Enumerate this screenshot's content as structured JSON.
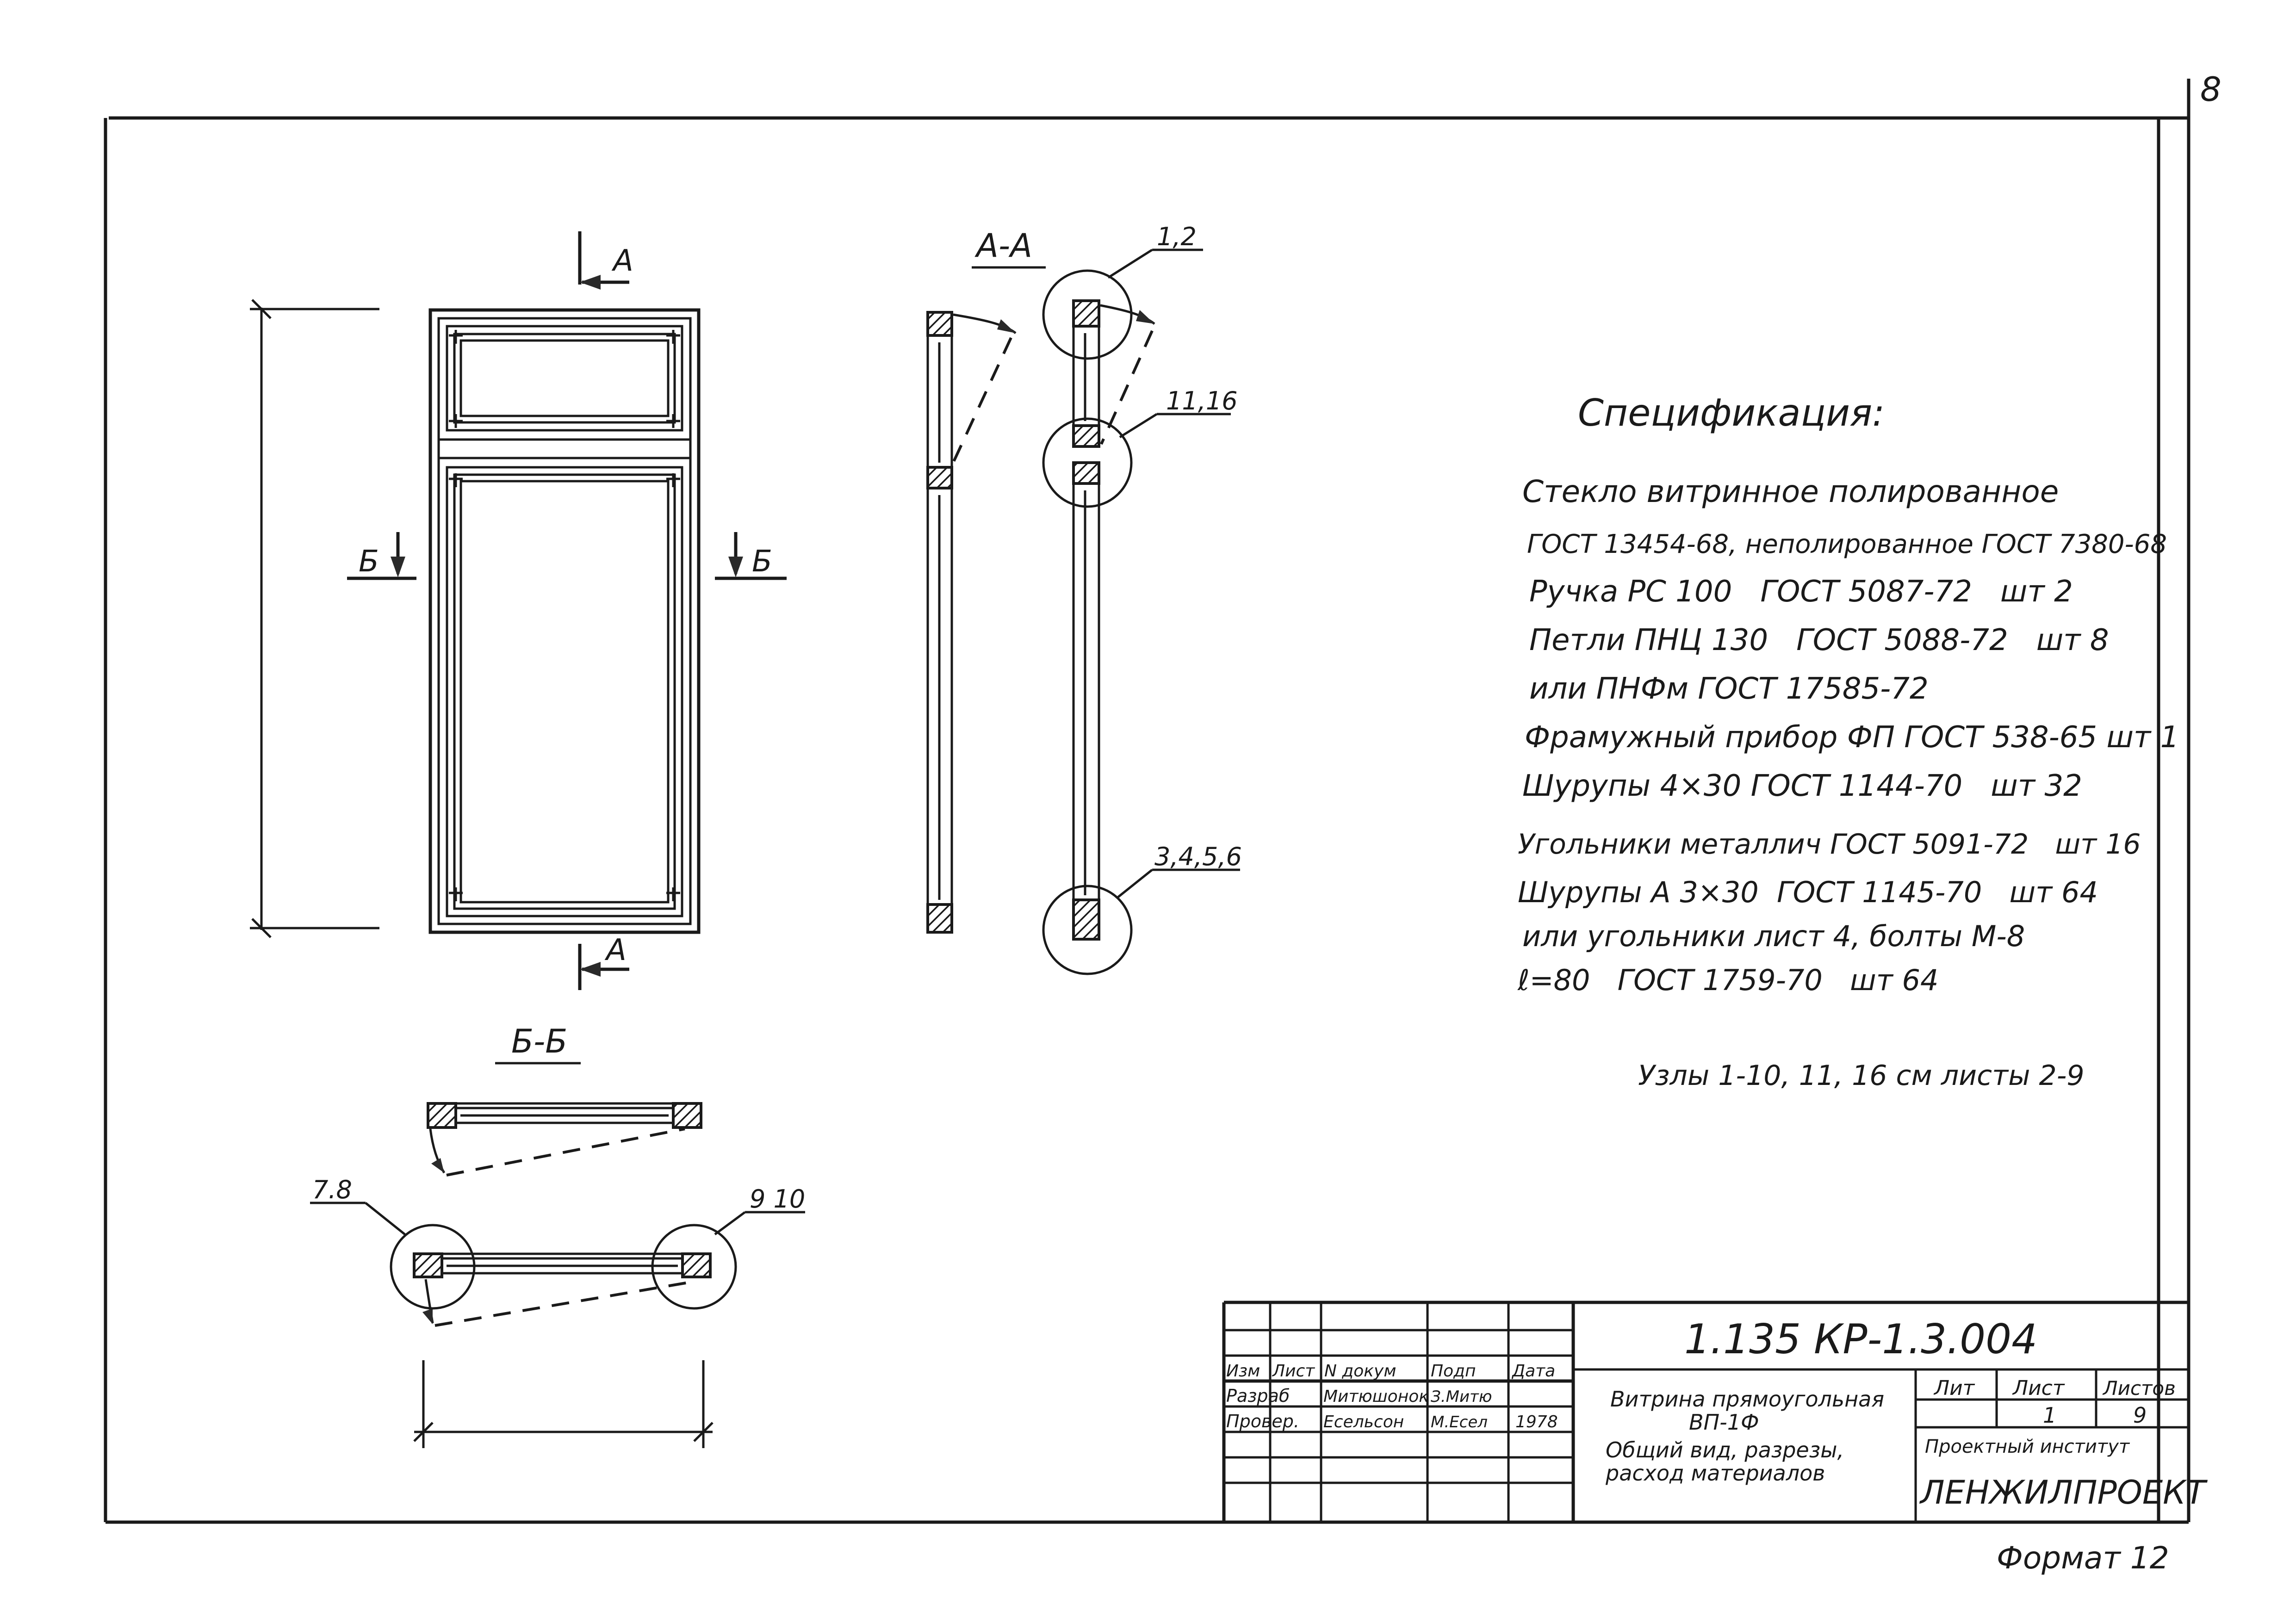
{
  "sheet": {
    "page_number": "8",
    "format": "Формат 12"
  },
  "elevation": {
    "section_a_top": "А",
    "section_a_bottom": "А",
    "section_b_left": "Б",
    "section_b_right": "Б"
  },
  "section_aa": {
    "title": "А-А",
    "callout_top": "1,2",
    "callout_mid": "11,16",
    "callout_bottom": "3,4,5,6"
  },
  "section_bb": {
    "title": "Б-Б",
    "callout_left": "7.8",
    "callout_right": "9 10"
  },
  "specification": {
    "title": "Спецификация:",
    "lines": [
      "Стекло витринное полированное",
      "ГОСТ 13454-68, неполированное ГОСТ 7380-68",
      "Ручка РС 100   ГОСТ 5087-72   шт 2",
      "Петли ПНЦ 130   ГОСТ 5088-72   шт 8",
      "или ПНФм ГОСТ 17585-72",
      "Фрамужный прибор ФП ГОСТ 538-65 шт 1",
      "Шурупы 4×30 ГОСТ 1144-70   шт 32",
      "Угольники металлич ГОСТ 5091-72   шт 16",
      "Шурупы А 3×30  ГОСТ 1145-70   шт 64",
      "или угольники лист 4, болты М-8",
      "ℓ=80   ГОСТ 1759-70   шт 64"
    ],
    "note": "Узлы 1-10, 11, 16 см листы 2-9"
  },
  "title_block": {
    "designation": "1.135 КР-1.3.004",
    "headers": {
      "izm": "Изм",
      "list": "Лист",
      "doc": "N докум",
      "sign": "Подп",
      "date": "Дата"
    },
    "rows": [
      {
        "role": "Разраб",
        "name": "Митюшонок",
        "sign": "З.Митю",
        "date": ""
      },
      {
        "role": "Провер.",
        "name": "Есельсон",
        "sign": "М.Есел",
        "date": "1978"
      }
    ],
    "name_lines": [
      "Витрина прямоугольная",
      "ВП-1Ф",
      "Общий вид, разрезы,",
      "расход материалов"
    ],
    "lit_label": "Лит",
    "sheet_label": "Лист",
    "sheets_label": "Листов",
    "sheet_value": "1",
    "sheets_value": "9",
    "org_label": "Проектный институт",
    "org": "ЛЕНЖИЛПРОЕКТ"
  }
}
